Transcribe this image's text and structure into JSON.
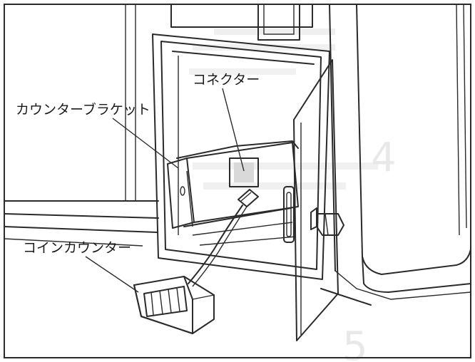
{
  "callouts": {
    "connector": "コネクター",
    "counter_bracket": "カウンターブラケット",
    "coin_counter": "コインカウンター"
  },
  "bleed_through": {
    "section_number_4": "4",
    "section_number_5": "5"
  },
  "colors": {
    "line": "#2a2a2a",
    "panel_gray": "#d9d9d9",
    "background": "#ffffff"
  }
}
